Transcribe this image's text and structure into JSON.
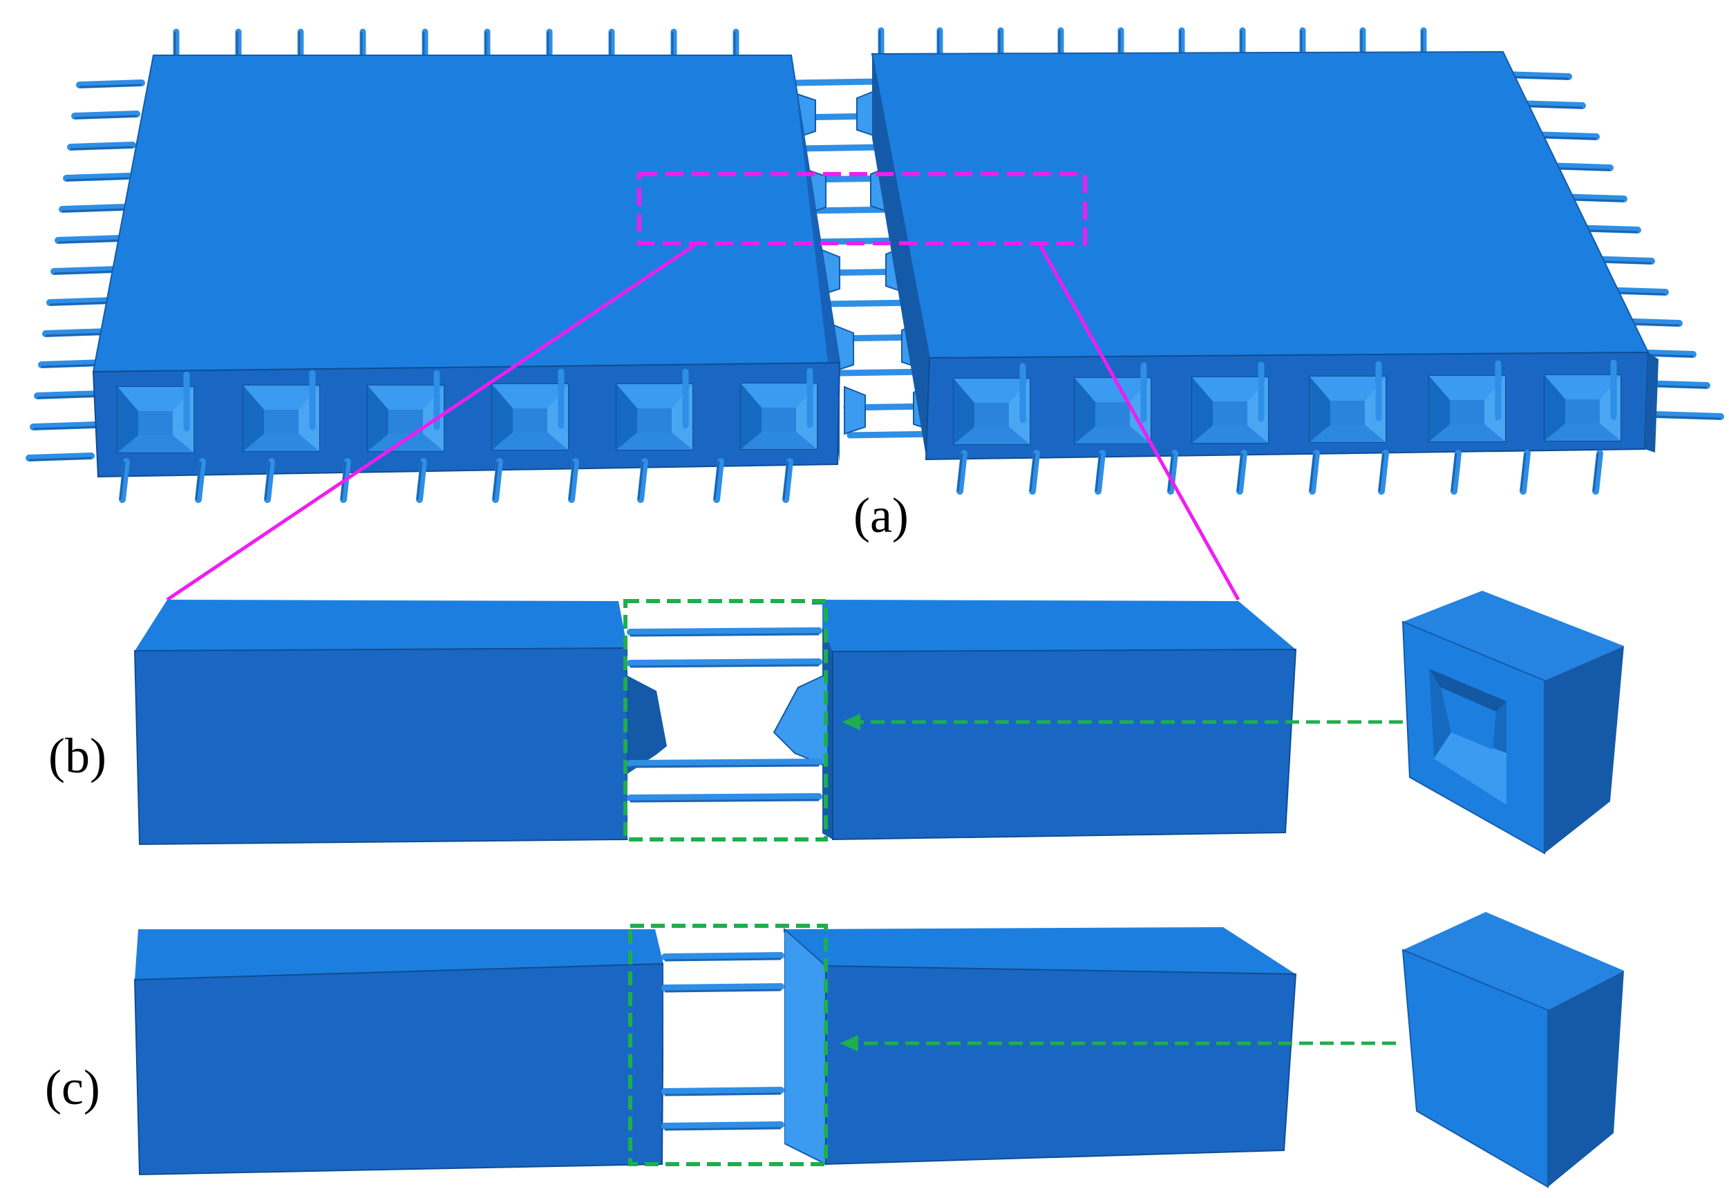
{
  "figure": {
    "panels": [
      {
        "id": "a",
        "label": "(a)"
      },
      {
        "id": "b",
        "label": "(b)"
      },
      {
        "id": "c",
        "label": "(c)"
      }
    ]
  },
  "colors": {
    "slab_top": "#1c7fe0",
    "slab_front": "#1967c3",
    "slab_side": "#145aa8",
    "pocket_light": "#3a9bf0",
    "rebar": "#2f8ee6",
    "rebar_dark": "#1b64b0",
    "zoom_callout": "#f01df0",
    "detail_box": "#1fae4d",
    "background": "#ffffff"
  }
}
